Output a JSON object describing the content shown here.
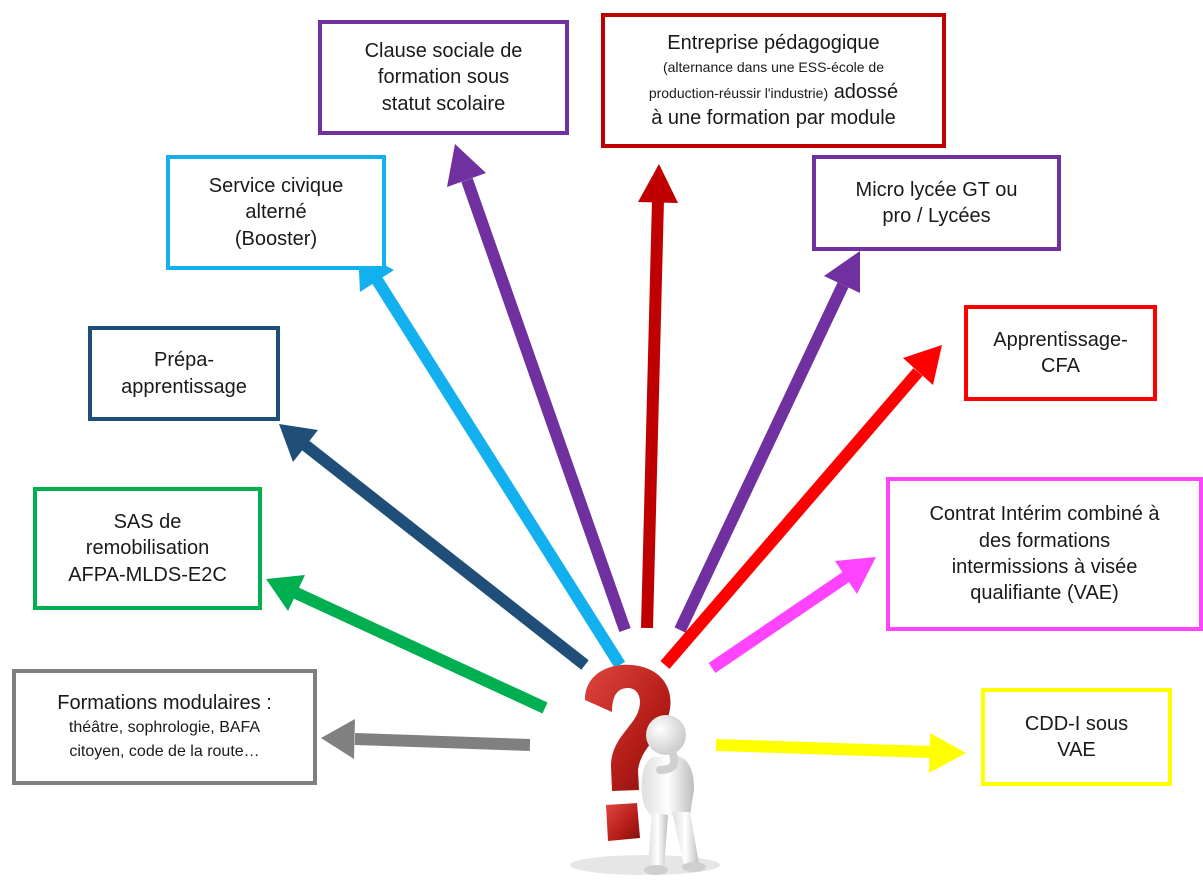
{
  "boxes": {
    "clause": {
      "lines": [
        "Clause sociale de",
        "formation sous",
        "statut scolaire"
      ]
    },
    "entreprise": {
      "line1": "Entreprise pédagogique",
      "line2": "(alternance dans une ESS-école de",
      "line3_small": "production-réussir l'industrie)",
      "line3_rest": "adossé",
      "line4": "à une formation par module"
    },
    "service": {
      "lines": [
        "Service civique",
        "alterné",
        "(Booster)"
      ]
    },
    "micro": {
      "lines": [
        "Micro lycée GT ou",
        "pro / Lycées"
      ]
    },
    "prepa": {
      "lines": [
        "Prépa-",
        "apprentissage"
      ]
    },
    "apprentissage": {
      "lines": [
        "Apprentissage-",
        "CFA"
      ]
    },
    "sas": {
      "lines": [
        "SAS de",
        "remobilisation",
        "AFPA-MLDS-E2C"
      ]
    },
    "contrat": {
      "lines": [
        "Contrat Intérim combiné à",
        "des formations",
        "intermissions à visée",
        "qualifiante (VAE)"
      ]
    },
    "formations": {
      "title": "Formations modulaires :",
      "lines": [
        "théâtre, sophrologie, BAFA",
        "citoyen, code de la route…"
      ]
    },
    "cdd": {
      "lines": [
        "CDD-I sous",
        "VAE"
      ]
    }
  },
  "colors": {
    "purple": "#7030a0",
    "darkred": "#c00000",
    "cyan": "#12b0ee",
    "navy": "#1f4e79",
    "red": "#ff0000",
    "green": "#00b050",
    "magenta": "#ff44ff",
    "gray": "#808080",
    "yellow": "#ffff00",
    "question_mark": "#c0201c"
  },
  "center_icon": "question-mark-person-icon"
}
